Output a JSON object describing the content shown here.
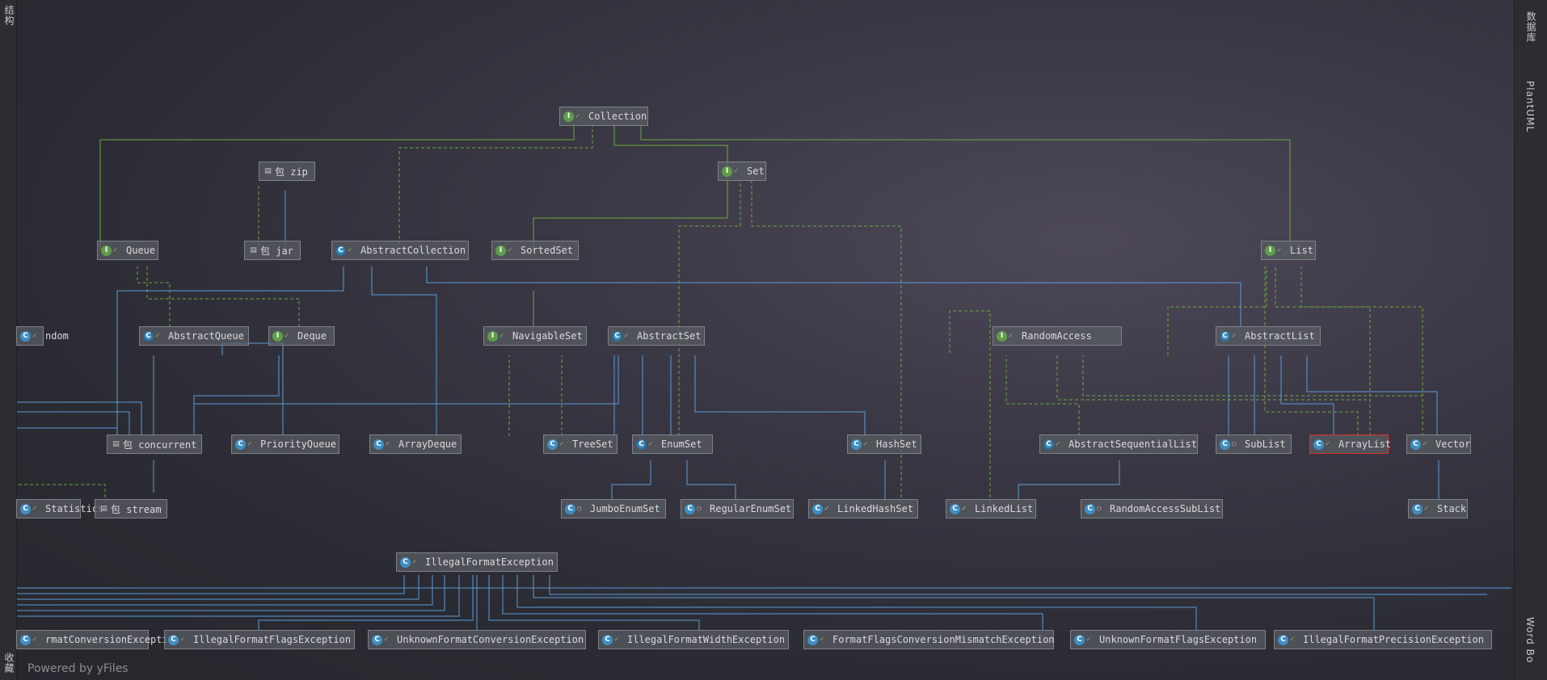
{
  "left_toolbar": {
    "top_label": "结构",
    "bottom_label": "收藏"
  },
  "right_toolbar": {
    "database_label": "数据库",
    "plantuml_label": "PlantUML",
    "wordbook_label": "Word Bo"
  },
  "footer": {
    "powered": "Powered by yFiles"
  },
  "nodes": [
    {
      "id": "collection",
      "label": "Collection",
      "kind": "i"
    },
    {
      "id": "set",
      "label": "Set",
      "kind": "i"
    },
    {
      "id": "zip",
      "label": "包 zip",
      "kind": "p"
    },
    {
      "id": "queue",
      "label": "Queue",
      "kind": "i"
    },
    {
      "id": "jar",
      "label": "包 jar",
      "kind": "p"
    },
    {
      "id": "abscoll",
      "label": "AbstractCollection",
      "kind": "a"
    },
    {
      "id": "sortedset",
      "label": "SortedSet",
      "kind": "i"
    },
    {
      "id": "list",
      "label": "List",
      "kind": "i"
    },
    {
      "id": "random",
      "label": "ndom",
      "kind": "c"
    },
    {
      "id": "absqueue",
      "label": "AbstractQueue",
      "kind": "a"
    },
    {
      "id": "deque",
      "label": "Deque",
      "kind": "i"
    },
    {
      "id": "navset",
      "label": "NavigableSet",
      "kind": "i"
    },
    {
      "id": "absset",
      "label": "AbstractSet",
      "kind": "a"
    },
    {
      "id": "randaccess",
      "label": "RandomAccess",
      "kind": "i"
    },
    {
      "id": "abslist",
      "label": "AbstractList",
      "kind": "a"
    },
    {
      "id": "concurrent",
      "label": "包 concurrent",
      "kind": "p"
    },
    {
      "id": "prioq",
      "label": "PriorityQueue",
      "kind": "c"
    },
    {
      "id": "arraydeque",
      "label": "ArrayDeque",
      "kind": "c"
    },
    {
      "id": "treeset",
      "label": "TreeSet",
      "kind": "c"
    },
    {
      "id": "enumset",
      "label": "EnumSet",
      "kind": "a"
    },
    {
      "id": "hashset",
      "label": "HashSet",
      "kind": "c"
    },
    {
      "id": "absseqlist",
      "label": "AbstractSequentialList",
      "kind": "a"
    },
    {
      "id": "sublist",
      "label": "SubList",
      "kind": "c"
    },
    {
      "id": "arraylist",
      "label": "ArrayList",
      "kind": "c"
    },
    {
      "id": "vector",
      "label": "Vector",
      "kind": "c"
    },
    {
      "id": "statistics",
      "label": "Statistics",
      "kind": "c"
    },
    {
      "id": "stream",
      "label": "包 stream",
      "kind": "p"
    },
    {
      "id": "jumbo",
      "label": "JumboEnumSet",
      "kind": "c"
    },
    {
      "id": "regular",
      "label": "RegularEnumSet",
      "kind": "c"
    },
    {
      "id": "linkedhashset",
      "label": "LinkedHashSet",
      "kind": "c"
    },
    {
      "id": "linkedlist",
      "label": "LinkedList",
      "kind": "c"
    },
    {
      "id": "randsublist",
      "label": "RandomAccessSubList",
      "kind": "c"
    },
    {
      "id": "stack",
      "label": "Stack",
      "kind": "c"
    },
    {
      "id": "illegalfmt",
      "label": "IllegalFormatException",
      "kind": "c"
    },
    {
      "id": "fmtconv",
      "label": "rmatConversionException",
      "kind": "c"
    },
    {
      "id": "illflags",
      "label": "IllegalFormatFlagsException",
      "kind": "c"
    },
    {
      "id": "unkconv",
      "label": "UnknownFormatConversionException",
      "kind": "c"
    },
    {
      "id": "illwidth",
      "label": "IllegalFormatWidthException",
      "kind": "c"
    },
    {
      "id": "flagsmismatch",
      "label": "FormatFlagsConversionMismatchException",
      "kind": "c"
    },
    {
      "id": "unkflags",
      "label": "UnknownFormatFlagsException",
      "kind": "c"
    },
    {
      "id": "illprec",
      "label": "IllegalFormatPrecisionException",
      "kind": "c"
    }
  ],
  "selected_node": "ArrayList"
}
